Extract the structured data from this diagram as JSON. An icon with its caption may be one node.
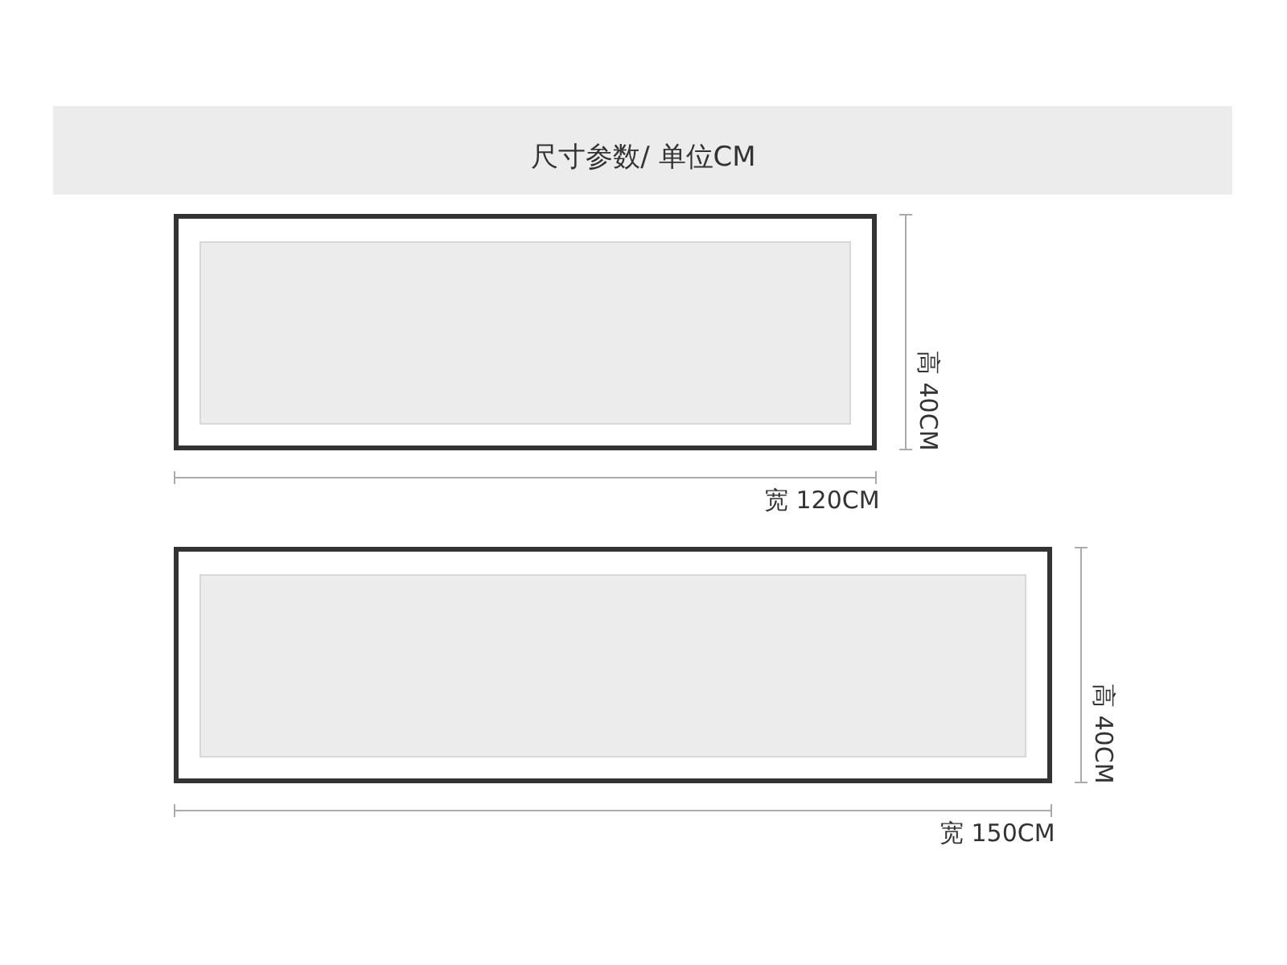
{
  "diagram": {
    "title": "尺寸参数/ 单位CM",
    "labels": [
      "高 40CM",
      "宽 120CM",
      "高 40CM",
      "宽 150CM"
    ]
  }
}
